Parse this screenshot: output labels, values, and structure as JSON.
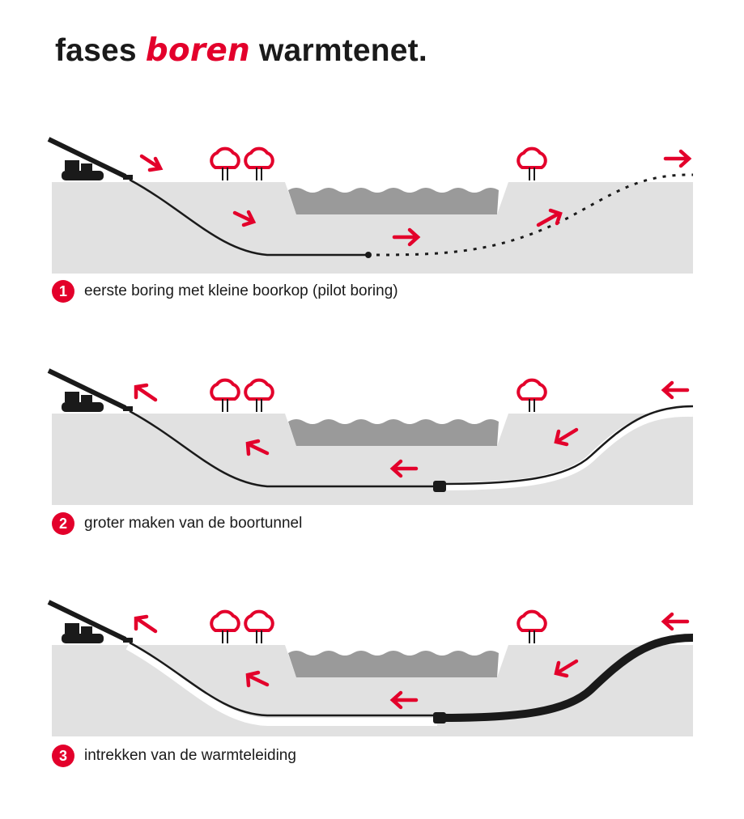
{
  "title": {
    "prefix": "fases",
    "accent": "boren",
    "suffix": "warmtenet."
  },
  "colors": {
    "accent": "#e3002b",
    "ground": "#e1e1e1",
    "water": "#9a9a9a",
    "ink": "#1a1a1a"
  },
  "icons": [
    "drill-rig-icon",
    "tree-icon",
    "arrow-icon",
    "water-wave-icon"
  ],
  "phases": [
    {
      "number": "1",
      "caption": "eerste boring met kleine boorkop (pilot boring)"
    },
    {
      "number": "2",
      "caption": "groter maken van de boortunnel"
    },
    {
      "number": "3",
      "caption": "intrekken van de warmteleiding"
    }
  ]
}
